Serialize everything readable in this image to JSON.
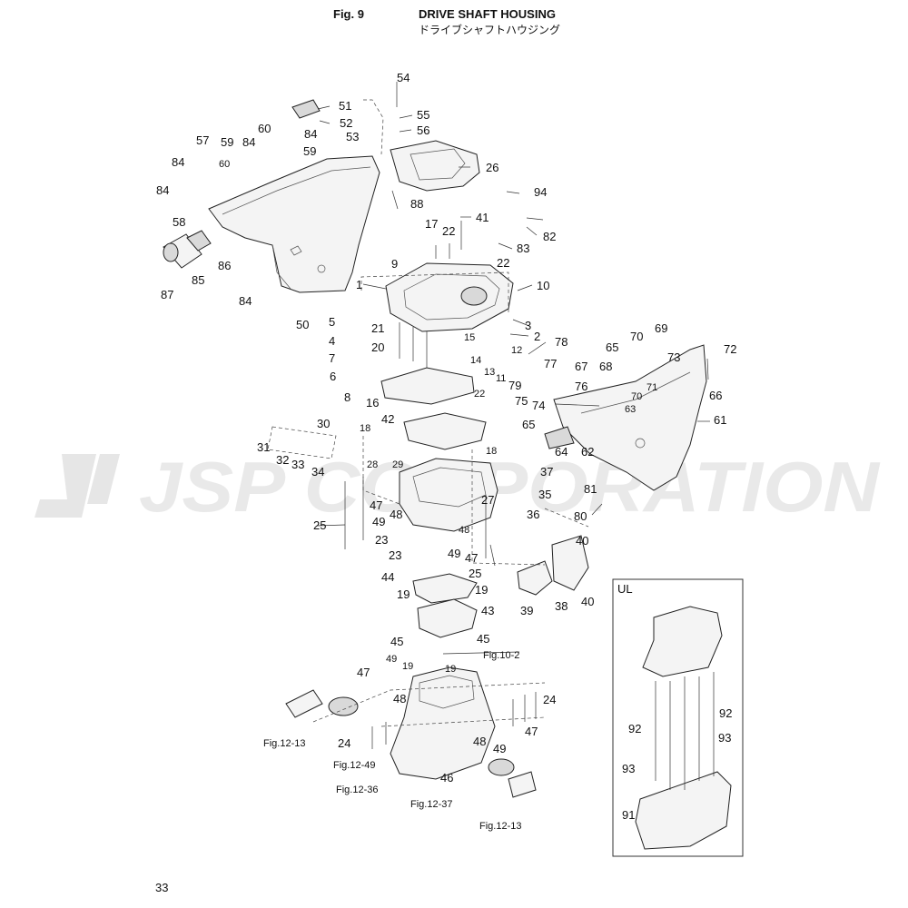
{
  "header": {
    "fig_number": "Fig. 9",
    "title": "DRIVE SHAFT HOUSING",
    "title_jp": "ドライブシャフトハウジング"
  },
  "page_number": "33",
  "watermark": "JSP CORPORATION",
  "inset": {
    "label": "UL"
  },
  "callouts": [
    "54",
    "51",
    "52",
    "55",
    "56",
    "53",
    "84",
    "60",
    "57",
    "59",
    "60",
    "84",
    "59",
    "26",
    "84",
    "84",
    "88",
    "94",
    "58",
    "17",
    "41",
    "22",
    "83",
    "82",
    "86",
    "9",
    "22",
    "85",
    "87",
    "84",
    "10",
    "1",
    "50",
    "5",
    "21",
    "3",
    "2",
    "4",
    "15",
    "12",
    "7",
    "20",
    "14",
    "78",
    "69",
    "72",
    "6",
    "13",
    "11",
    "77",
    "65",
    "70",
    "73",
    "67",
    "68",
    "16",
    "8",
    "79",
    "71",
    "76",
    "70",
    "66",
    "75",
    "74",
    "22",
    "63",
    "42",
    "18",
    "30",
    "61",
    "31",
    "65",
    "32",
    "33",
    "34",
    "62",
    "64",
    "18",
    "28",
    "29",
    "37",
    "35",
    "27",
    "47",
    "48",
    "81",
    "49",
    "36",
    "80",
    "25",
    "48",
    "23",
    "23",
    "49",
    "47",
    "40",
    "25",
    "44",
    "19",
    "19",
    "43",
    "39",
    "38",
    "40",
    "45",
    "45",
    "49",
    "19",
    "47",
    "19",
    "48",
    "24",
    "92",
    "92",
    "24",
    "47",
    "48",
    "93",
    "49",
    "93",
    "46",
    "91"
  ],
  "references": [
    "Fig.10-2",
    "Fig.12-13",
    "Fig.12-49",
    "Fig.12-36",
    "Fig.12-37",
    "Fig.12-13"
  ]
}
